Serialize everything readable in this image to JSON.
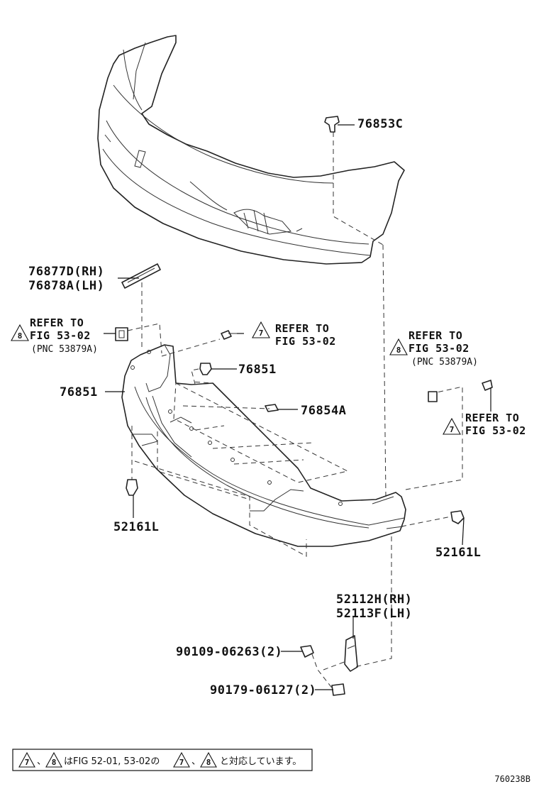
{
  "labels": {
    "p76853C": "76853C",
    "p76877D": "76877D(RH)",
    "p76878A": "76878A(LH)",
    "p76851_right": "76851",
    "p76851_left": "76851",
    "p76854A": "76854A",
    "p52161L_left": "52161L",
    "p52161L_right": "52161L",
    "p52112H": "52112H(RH)",
    "p52113F": "52113F(LH)",
    "p90109": "90109-06263(2)",
    "p90179": "90179-06127(2)"
  },
  "refs": {
    "left": {
      "badge": "8",
      "line1": "REFER TO",
      "line2": "FIG 53-02",
      "pnc": "(PNC 53879A)"
    },
    "center": {
      "badge": "7",
      "line1": "REFER TO",
      "line2": "FIG 53-02"
    },
    "right_top": {
      "badge": "8",
      "line1": "REFER TO",
      "line2": "FIG 53-02",
      "pnc": "(PNC 53879A)"
    },
    "right_bottom": {
      "badge": "7",
      "line1": "REFER TO",
      "line2": "FIG 53-02"
    }
  },
  "footnote": {
    "badge_a": "7",
    "sep1": "、",
    "badge_b": "8",
    "text_mid": "はFIG 52-01, 53-02の",
    "badge_c": "7",
    "sep2": "、",
    "badge_d": "8",
    "text_end": "と対応しています。"
  },
  "illustration_id": "760238B"
}
